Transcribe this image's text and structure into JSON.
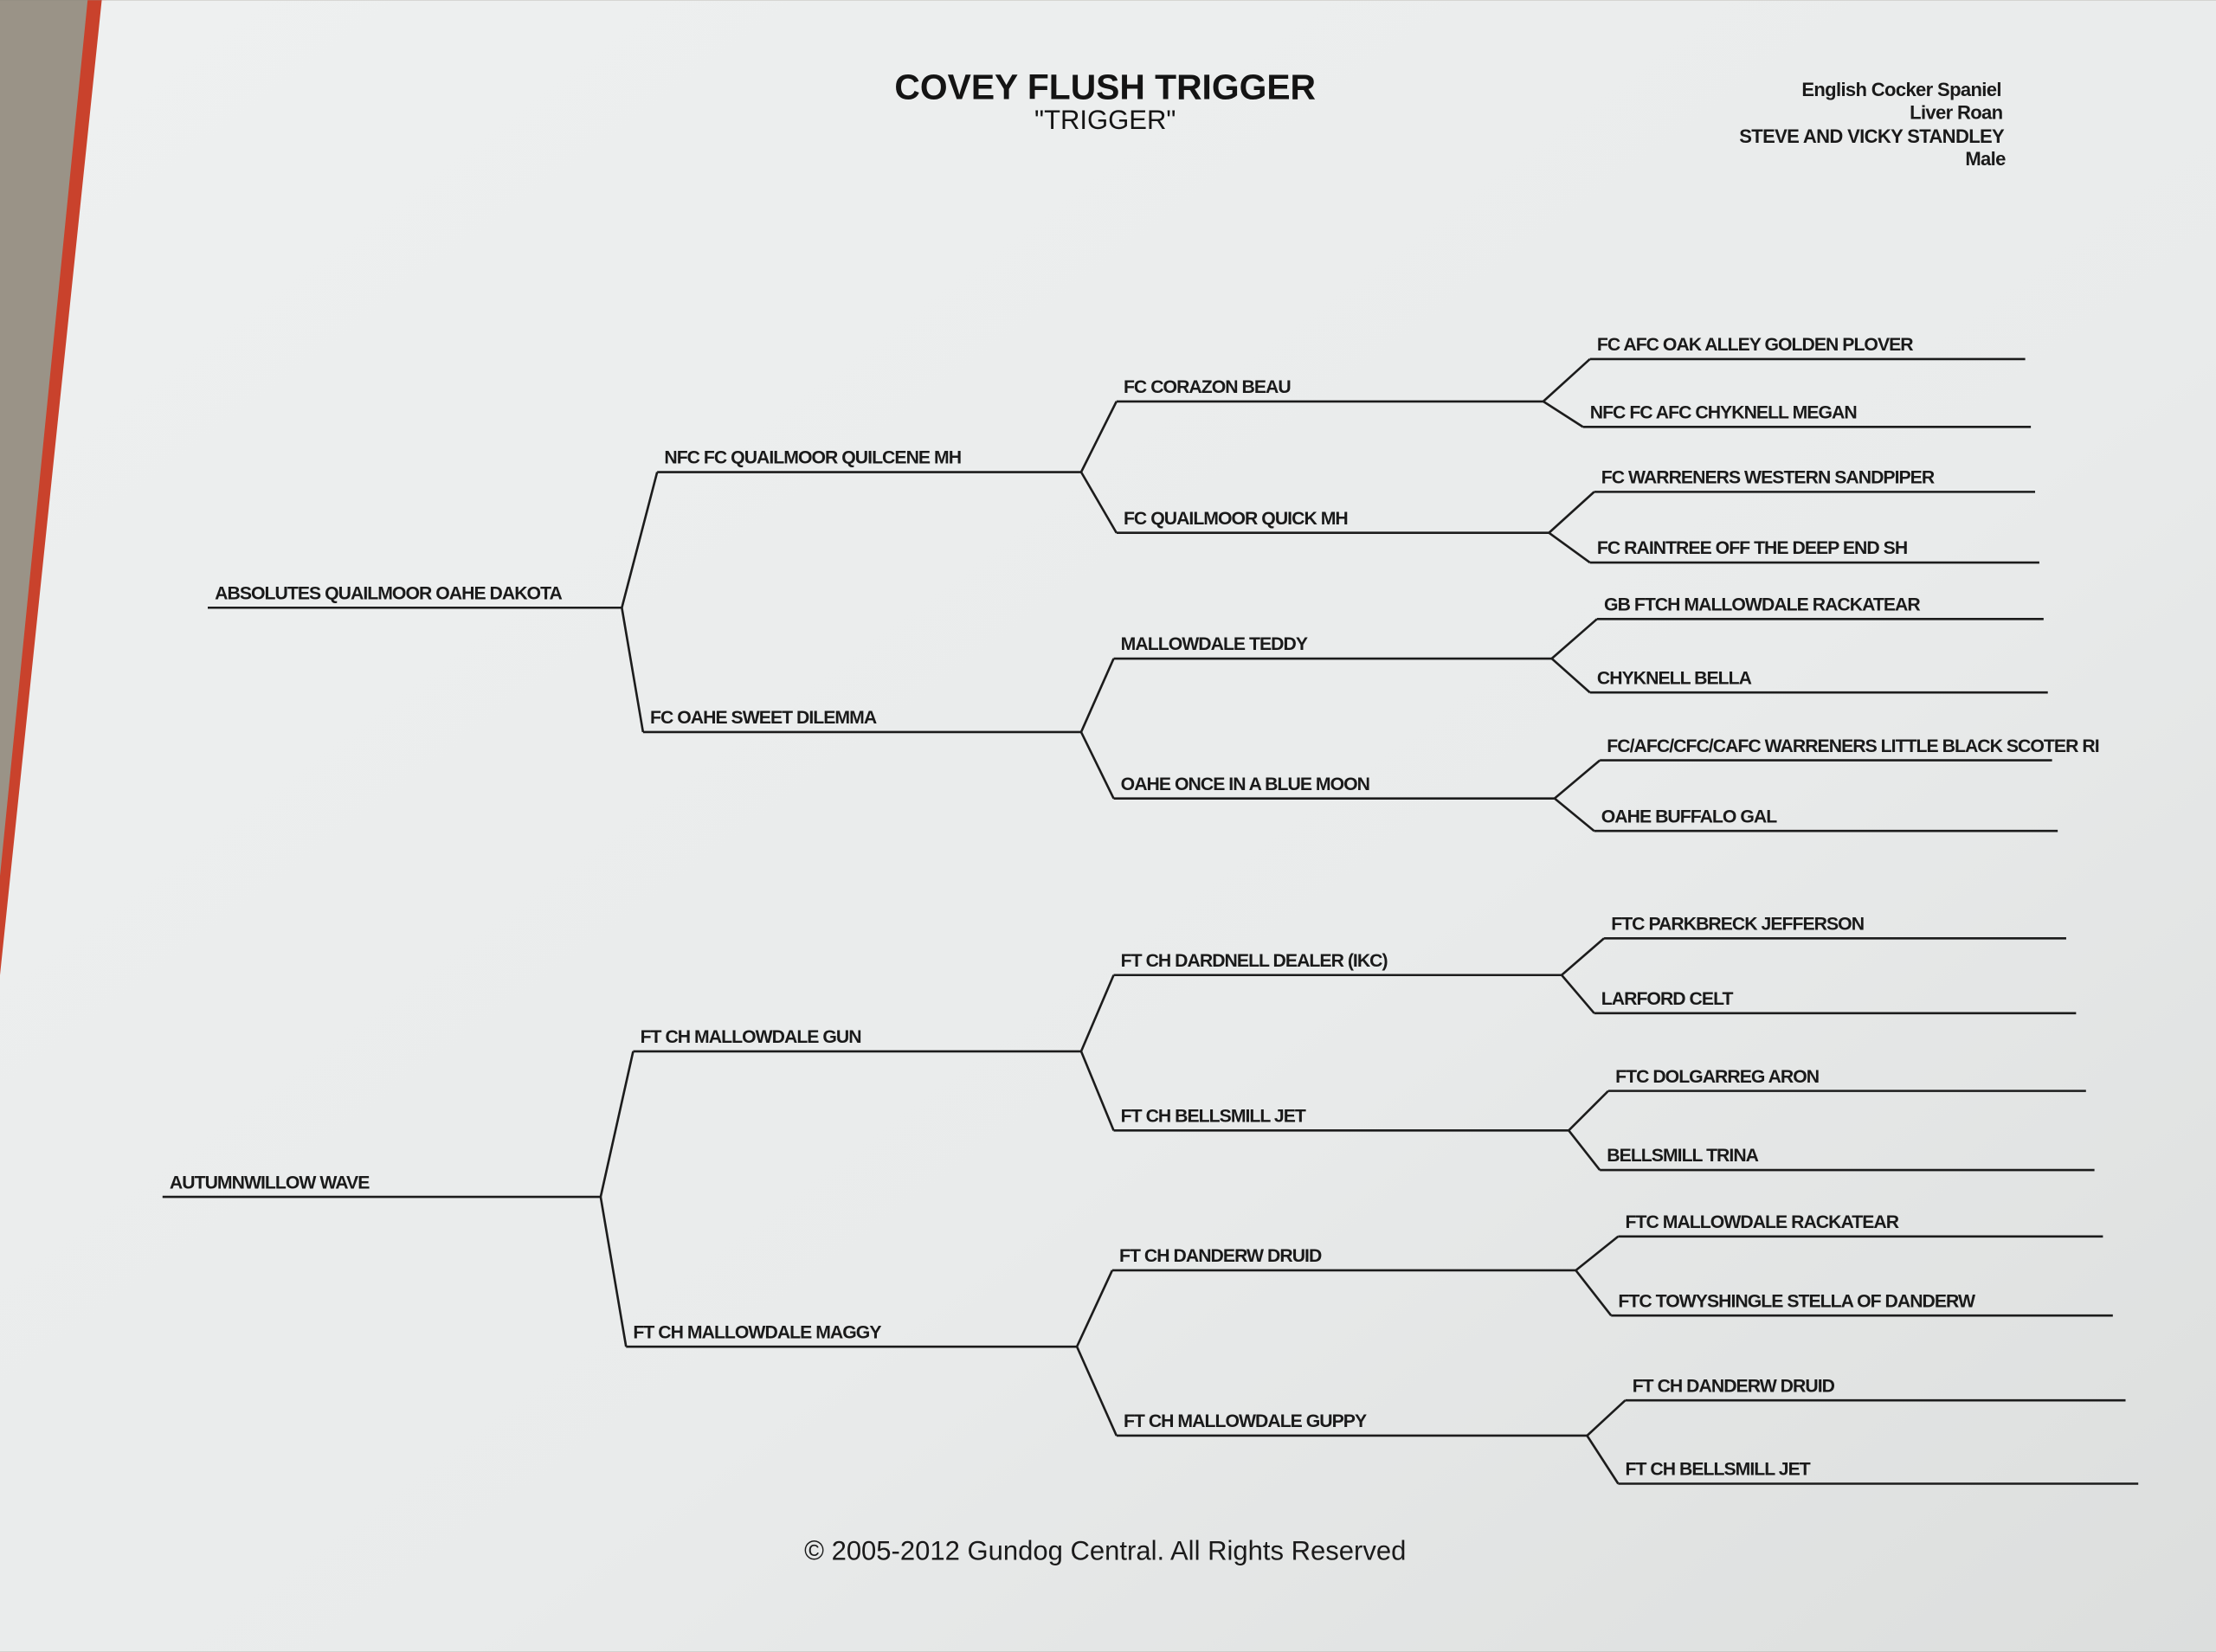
{
  "document": {
    "title": "COVEY FLUSH TRIGGER",
    "call_name": "\"TRIGGER\"",
    "info": [
      "English Cocker Spaniel",
      "Liver Roan",
      "STEVE AND VICKY STANDLEY",
      "Male"
    ],
    "copyright": "© 2005-2012 Gundog Central. All Rights Reserved"
  },
  "pedigree": {
    "gen1": [
      "ABSOLUTES QUAILMOOR OAHE DAKOTA",
      "AUTUMNWILLOW WAVE"
    ],
    "gen2": [
      "NFC FC QUAILMOOR QUILCENE MH",
      "FC OAHE SWEET DILEMMA",
      "FT CH MALLOWDALE GUN",
      "FT CH MALLOWDALE MAGGY"
    ],
    "gen3": [
      "FC CORAZON BEAU",
      "FC QUAILMOOR QUICK MH",
      "MALLOWDALE TEDDY",
      "OAHE ONCE IN A BLUE MOON",
      "FT CH DARDNELL DEALER (IKC)",
      "FT CH BELLSMILL JET",
      "FT CH DANDERW DRUID",
      "FT CH MALLOWDALE GUPPY"
    ],
    "gen4": [
      "FC AFC OAK ALLEY GOLDEN PLOVER",
      "NFC FC AFC CHYKNELL MEGAN",
      "FC WARRENERS WESTERN SANDPIPER",
      "FC RAINTREE OFF THE DEEP END SH",
      "GB FTCH MALLOWDALE RACKATEAR",
      "CHYKNELL BELLA",
      "FC/AFC/CFC/CAFC WARRENERS LITTLE BLACK SCOTER RI",
      "OAHE BUFFALO GAL",
      "FTC PARKBRECK JEFFERSON",
      "LARFORD CELT",
      "FTC DOLGARREG ARON",
      "BELLSMILL TRINA",
      "FTC MALLOWDALE RACKATEAR",
      "FTC TOWYSHINGLE STELLA OF DANDERW",
      "FT CH DANDERW DRUID",
      "FT CH BELLSMILL JET"
    ]
  }
}
